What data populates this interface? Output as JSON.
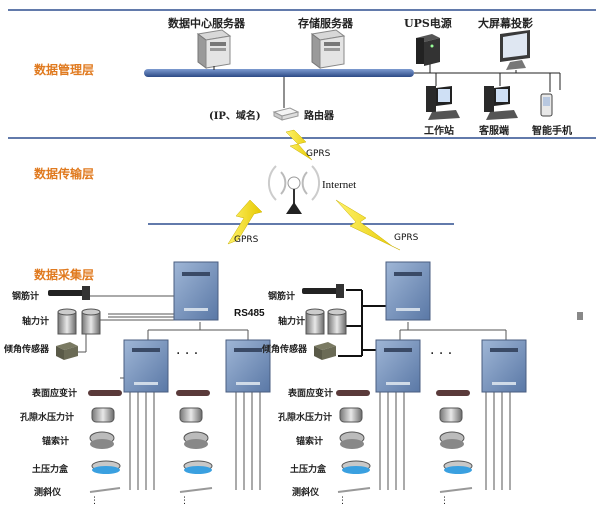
{
  "layers": {
    "management": "数据管理层",
    "transmission": "数据传输层",
    "collection": "数据采集层"
  },
  "servers": {
    "data_center": "数据中心服务器",
    "storage": "存储服务器",
    "ups": "UPS电源",
    "projector": "大屏幕投影"
  },
  "clients": {
    "workstation": "工作站",
    "client": "客服端",
    "phone": "智能手机"
  },
  "router": {
    "ip": "(IP、域名)",
    "label": "路由器"
  },
  "network": {
    "gprs": "GPRS",
    "internet": "Internet",
    "rs485": "RS485"
  },
  "sensors": {
    "rebar_gauge": "钢筋计",
    "axial_force": "轴力计",
    "tilt_sensor": "倾角传感器",
    "surface_strain": "表面应变计",
    "pore_pressure": "孔隙水压力计",
    "anchor_cable": "锚索计",
    "earth_pressure": "土压力盒",
    "inclinometer": "测斜仪"
  },
  "ellipsis": "· · ·",
  "colors": {
    "network_line": "#2f4f8f",
    "layer_text": "#e07a1f",
    "bolt": "#f2e600",
    "box": "#6f8db8"
  }
}
